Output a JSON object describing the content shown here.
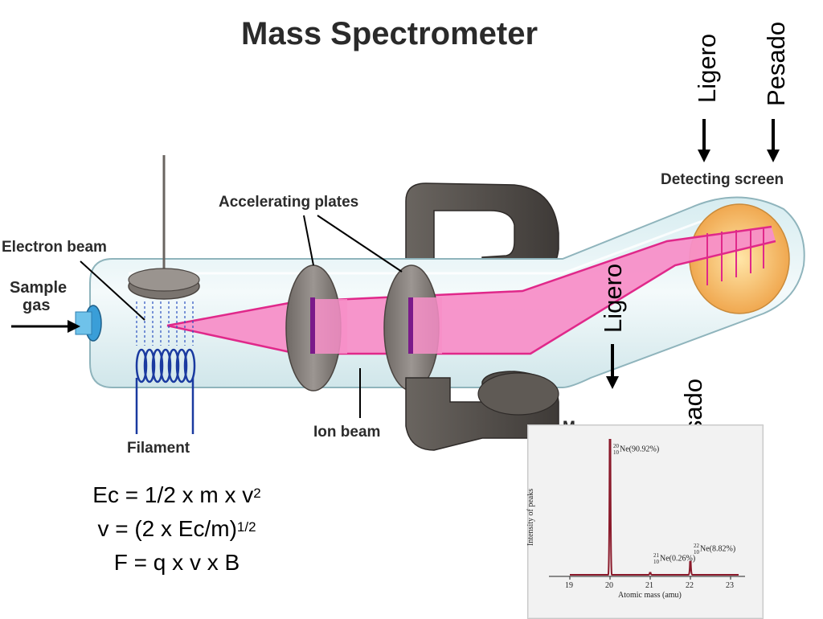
{
  "title": "Mass Spectrometer",
  "labels": {
    "electron_beam": "Electron beam",
    "sample_gas_line1": "Sample",
    "sample_gas_line2": "gas",
    "filament": "Filament",
    "accelerating_plates": "Accelerating plates",
    "ion_beam": "Ion beam",
    "detecting_screen": "Detecting screen",
    "magnet_partial": "M"
  },
  "rotated_labels": {
    "top_light": "Ligero",
    "top_heavy": "Pesado",
    "mid_light": "Ligero",
    "mid_heavy": "Pesado"
  },
  "equations": {
    "eq1": {
      "text": "Ec = 1/2 x m x v",
      "sup": "2"
    },
    "eq2": {
      "text": "v = (2 x Ec/m)",
      "sup": "1/2"
    },
    "eq3": {
      "text": "F = q x v x B"
    }
  },
  "spectrum": {
    "ylabel": "Intensity of peaks",
    "xlabel": "Atomic mass (amu)",
    "ticks": [
      "19",
      "20",
      "21",
      "22",
      "23"
    ],
    "peaks": [
      {
        "mass": 20,
        "intensity": 90.92,
        "A": "20",
        "Z": "10",
        "label": "Ne(90.92%)"
      },
      {
        "mass": 21,
        "intensity": 0.26,
        "A": "21",
        "Z": "10",
        "label": "Ne(0.26%)"
      },
      {
        "mass": 22,
        "intensity": 8.82,
        "A": "22",
        "Z": "10",
        "label": "Ne(8.82%)"
      }
    ],
    "line_color": "#8b1a2b"
  },
  "colors": {
    "ion_beam": "#f78fc8",
    "ion_beam_edge": "#e0288a",
    "magnet": "#5a5550",
    "plates": "#8a8480",
    "tube": "#e4f1f4",
    "filament": "#1a3aa0",
    "screen": "#f7c46a"
  },
  "icons": [
    "arrow-right-icon",
    "arrow-down-icon"
  ]
}
